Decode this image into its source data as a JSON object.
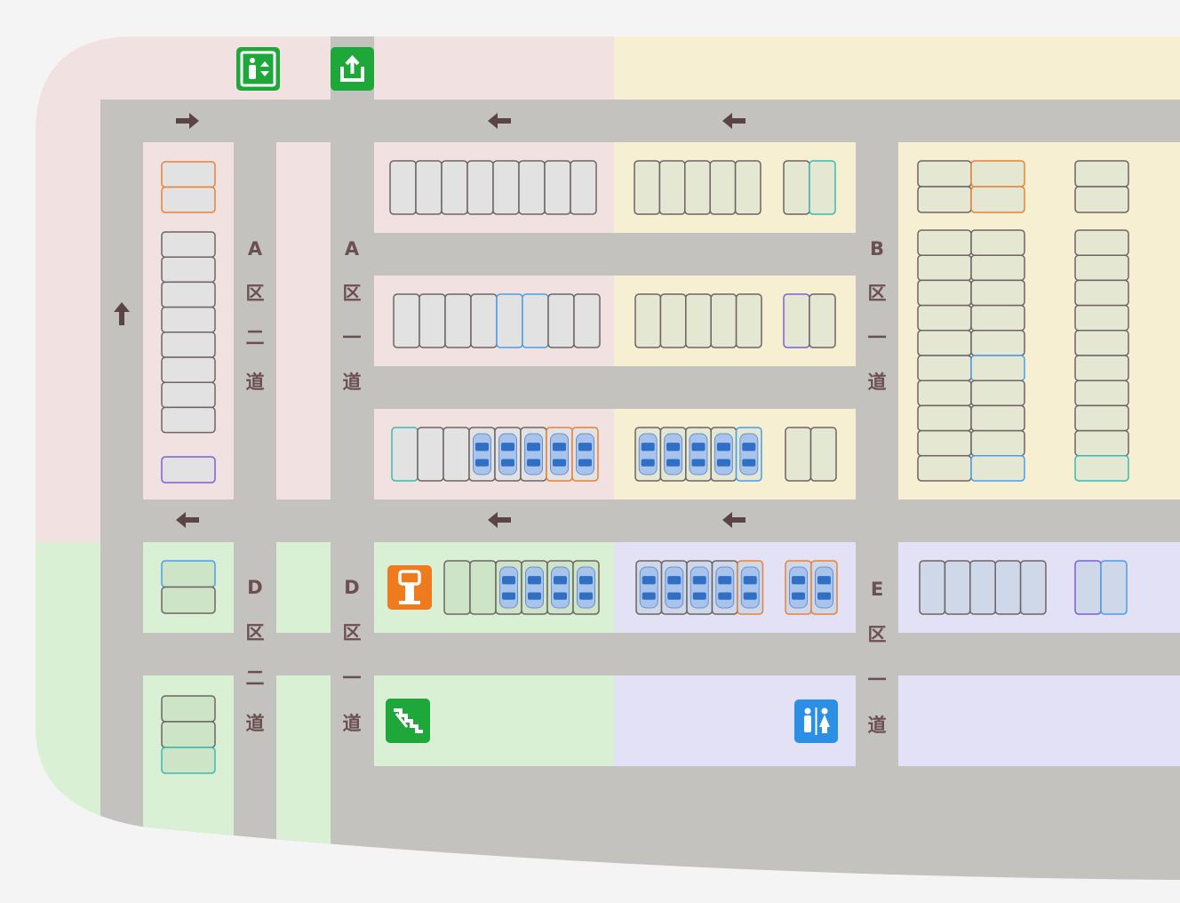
{
  "colors": {
    "zone_a": "#f2e1e1",
    "zone_b": "#f6efd2",
    "zone_d": "#d9f0d5",
    "zone_e": "#e3e1f6",
    "road": "#c3c2bf",
    "stall_gray": "#e2e2e2",
    "stall_olive": "#e4e8d2",
    "stall_green": "#cde4c6",
    "stall_blue": "#cfd8e9",
    "stall_border": "#6e6464",
    "orange": "#e6823a",
    "blue": "#4a9ee8",
    "teal": "#3db9b0",
    "purple": "#7b5fd8",
    "car": "#2f6fc4",
    "icon_green": "#1ea83a",
    "icon_orange": "#ef7b1f",
    "icon_blue": "#2c8fe6",
    "label": "#6b4f52",
    "arrow": "#5a4446"
  },
  "road_labels": {
    "a_two": [
      "A",
      "区",
      "二",
      "道"
    ],
    "a_one": [
      "A",
      "区",
      "一",
      "道"
    ],
    "b_one": [
      "B",
      "区",
      "一",
      "道"
    ],
    "d_two": [
      "D",
      "区",
      "二",
      "道"
    ],
    "d_one": [
      "D",
      "区",
      "一",
      "道"
    ],
    "e_one": [
      "E",
      "区",
      "一",
      "道"
    ]
  },
  "facilities": {
    "elevator": "elevator-icon",
    "exit": "exit-icon",
    "charging": "charging-station-icon",
    "stairs": "stairs-icon",
    "restroom": "restroom-icon"
  },
  "legend_meaning": {
    "car_in_stall": "occupied",
    "orange_outline": "orange-outlined-stall",
    "blue_outline": "blue-outlined-stall",
    "teal_outline": "teal-outlined-stall",
    "purple_outline": "purple-outlined-stall"
  }
}
